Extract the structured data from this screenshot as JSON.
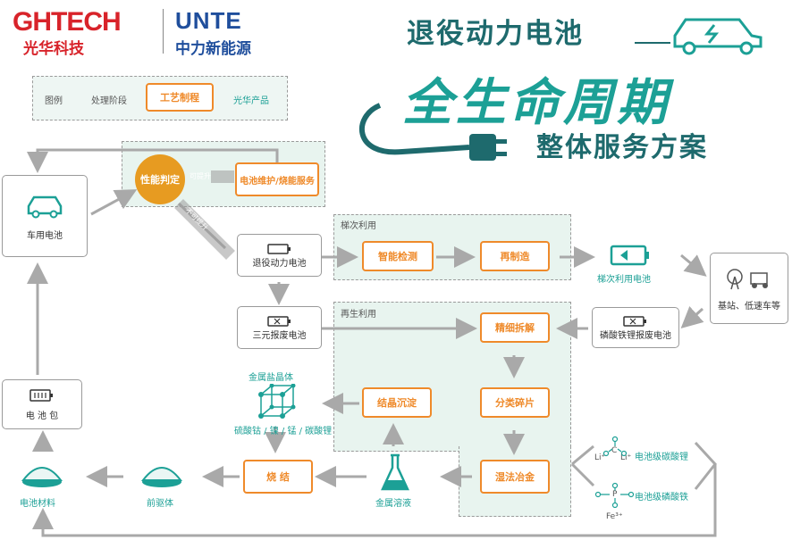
{
  "brand": {
    "gh_logo": "GHTECH",
    "gh_sub": "光华科技",
    "unte_logo": "UNTE",
    "unte_sub": "中力新能源"
  },
  "title": {
    "line1": "退役动力电池",
    "line2": "全生命周期",
    "line3": "整体服务方案"
  },
  "legend": {
    "label": "图例",
    "stage": "处理阶段",
    "process": "工艺制程",
    "product": "光华产品"
  },
  "nodes": {
    "vehicle_battery": "车用电池",
    "performance_check": "性能判定",
    "can_upgrade": "可提升",
    "cannot_upgrade": "不可提升",
    "maintenance": "电池维护/烧能服务",
    "retired_battery": "退役动力电池",
    "cascade_zone": "梯次利用",
    "smart_detect": "智能检测",
    "remanufacture": "再制造",
    "cascade_battery": "梯次利用电池",
    "base_station": "基站、低速车等",
    "ternary_scrap": "三元报废电池",
    "regen_zone": "再生利用",
    "fine_dismantle": "精细拆解",
    "lfp_scrap": "磷酸铁锂报废电池",
    "metal_salt": "金属盐晶体",
    "sulfates": "硫酸钴 / 镍 / 锰 / 碳酸锂",
    "crystallize": "结晶沉淀",
    "classify_crush": "分类碎片",
    "battery_pack": "电 池 包",
    "battery_material": "电池材料",
    "precursor": "前驱体",
    "sinter": "烧 结",
    "metal_solution": "金属溶液",
    "wet_metallurgy": "湿法冶金",
    "li2co3": "电池级碳酸锂",
    "fepo4": "电池级磷酸铁",
    "li2co3_formula_li_left": "Li⁺",
    "li2co3_formula_li_right": "Li⁺",
    "li2co3_formula_c": "C",
    "fepo4_formula_p": "P",
    "fepo4_formula_fe": "Fe³⁺"
  },
  "colors": {
    "orange": "#ef8a2a",
    "teal": "#1ca096",
    "dark_teal": "#1e6a6d",
    "zone": "#e8f4ef",
    "arrow": "#a9a9a9",
    "gh_red": "#d8232a",
    "unte_blue": "#1f4e9c",
    "perf_circle": "#e79b21"
  }
}
